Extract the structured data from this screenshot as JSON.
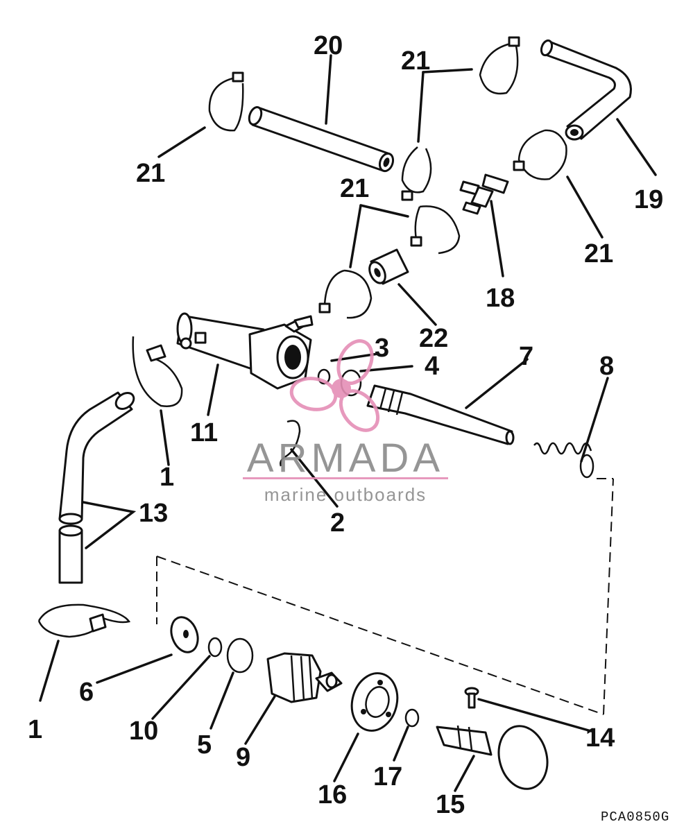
{
  "diagram": {
    "callouts": [
      {
        "id": "c1a",
        "text": "1"
      },
      {
        "id": "c1b",
        "text": "1"
      },
      {
        "id": "c2",
        "text": "2"
      },
      {
        "id": "c3",
        "text": "3"
      },
      {
        "id": "c4",
        "text": "4"
      },
      {
        "id": "c5",
        "text": "5"
      },
      {
        "id": "c6",
        "text": "6"
      },
      {
        "id": "c7",
        "text": "7"
      },
      {
        "id": "c8",
        "text": "8"
      },
      {
        "id": "c9",
        "text": "9"
      },
      {
        "id": "c10",
        "text": "10"
      },
      {
        "id": "c11",
        "text": "11"
      },
      {
        "id": "c13",
        "text": "13"
      },
      {
        "id": "c14",
        "text": "14"
      },
      {
        "id": "c15",
        "text": "15"
      },
      {
        "id": "c16",
        "text": "16"
      },
      {
        "id": "c17",
        "text": "17"
      },
      {
        "id": "c18",
        "text": "18"
      },
      {
        "id": "c19",
        "text": "19"
      },
      {
        "id": "c20",
        "text": "20"
      },
      {
        "id": "c21a",
        "text": "21"
      },
      {
        "id": "c21b",
        "text": "21"
      },
      {
        "id": "c21c",
        "text": "21"
      },
      {
        "id": "c21d",
        "text": "21"
      },
      {
        "id": "c22",
        "text": "22"
      }
    ],
    "figure_code": "PCA0850G"
  },
  "watermark": {
    "title": "ARMADA",
    "subtitle": "marine outboards",
    "colors": {
      "logo": "#e58fb6",
      "text": "#8a8a8a",
      "rule": "#e58fb6"
    }
  }
}
